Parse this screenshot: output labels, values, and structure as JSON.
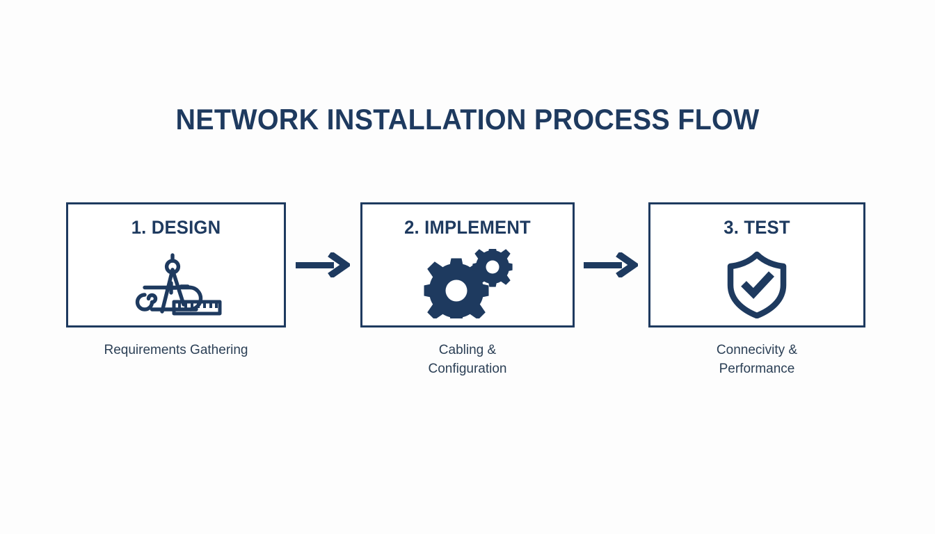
{
  "page": {
    "title": "NETWORK INSTALLATION PROCESS FLOW",
    "background_color": "#fdfdfd",
    "accent_color": "#1e3a5f",
    "caption_color": "#2b3f55"
  },
  "flow": {
    "steps": [
      {
        "heading": "1. DESIGN",
        "icon": "blueprint-compass-ruler-icon",
        "caption_lines": [
          "Requirements Gathering"
        ]
      },
      {
        "heading": "2. IMPLEMENT",
        "icon": "gears-icon",
        "caption_lines": [
          "Cabling &",
          "Configuration"
        ]
      },
      {
        "heading": "3. TEST",
        "icon": "shield-check-icon",
        "caption_lines": [
          "Connecivity &",
          "Performance"
        ]
      }
    ],
    "connectors": [
      {
        "icon": "arrow-right-icon"
      },
      {
        "icon": "arrow-right-icon"
      }
    ]
  }
}
